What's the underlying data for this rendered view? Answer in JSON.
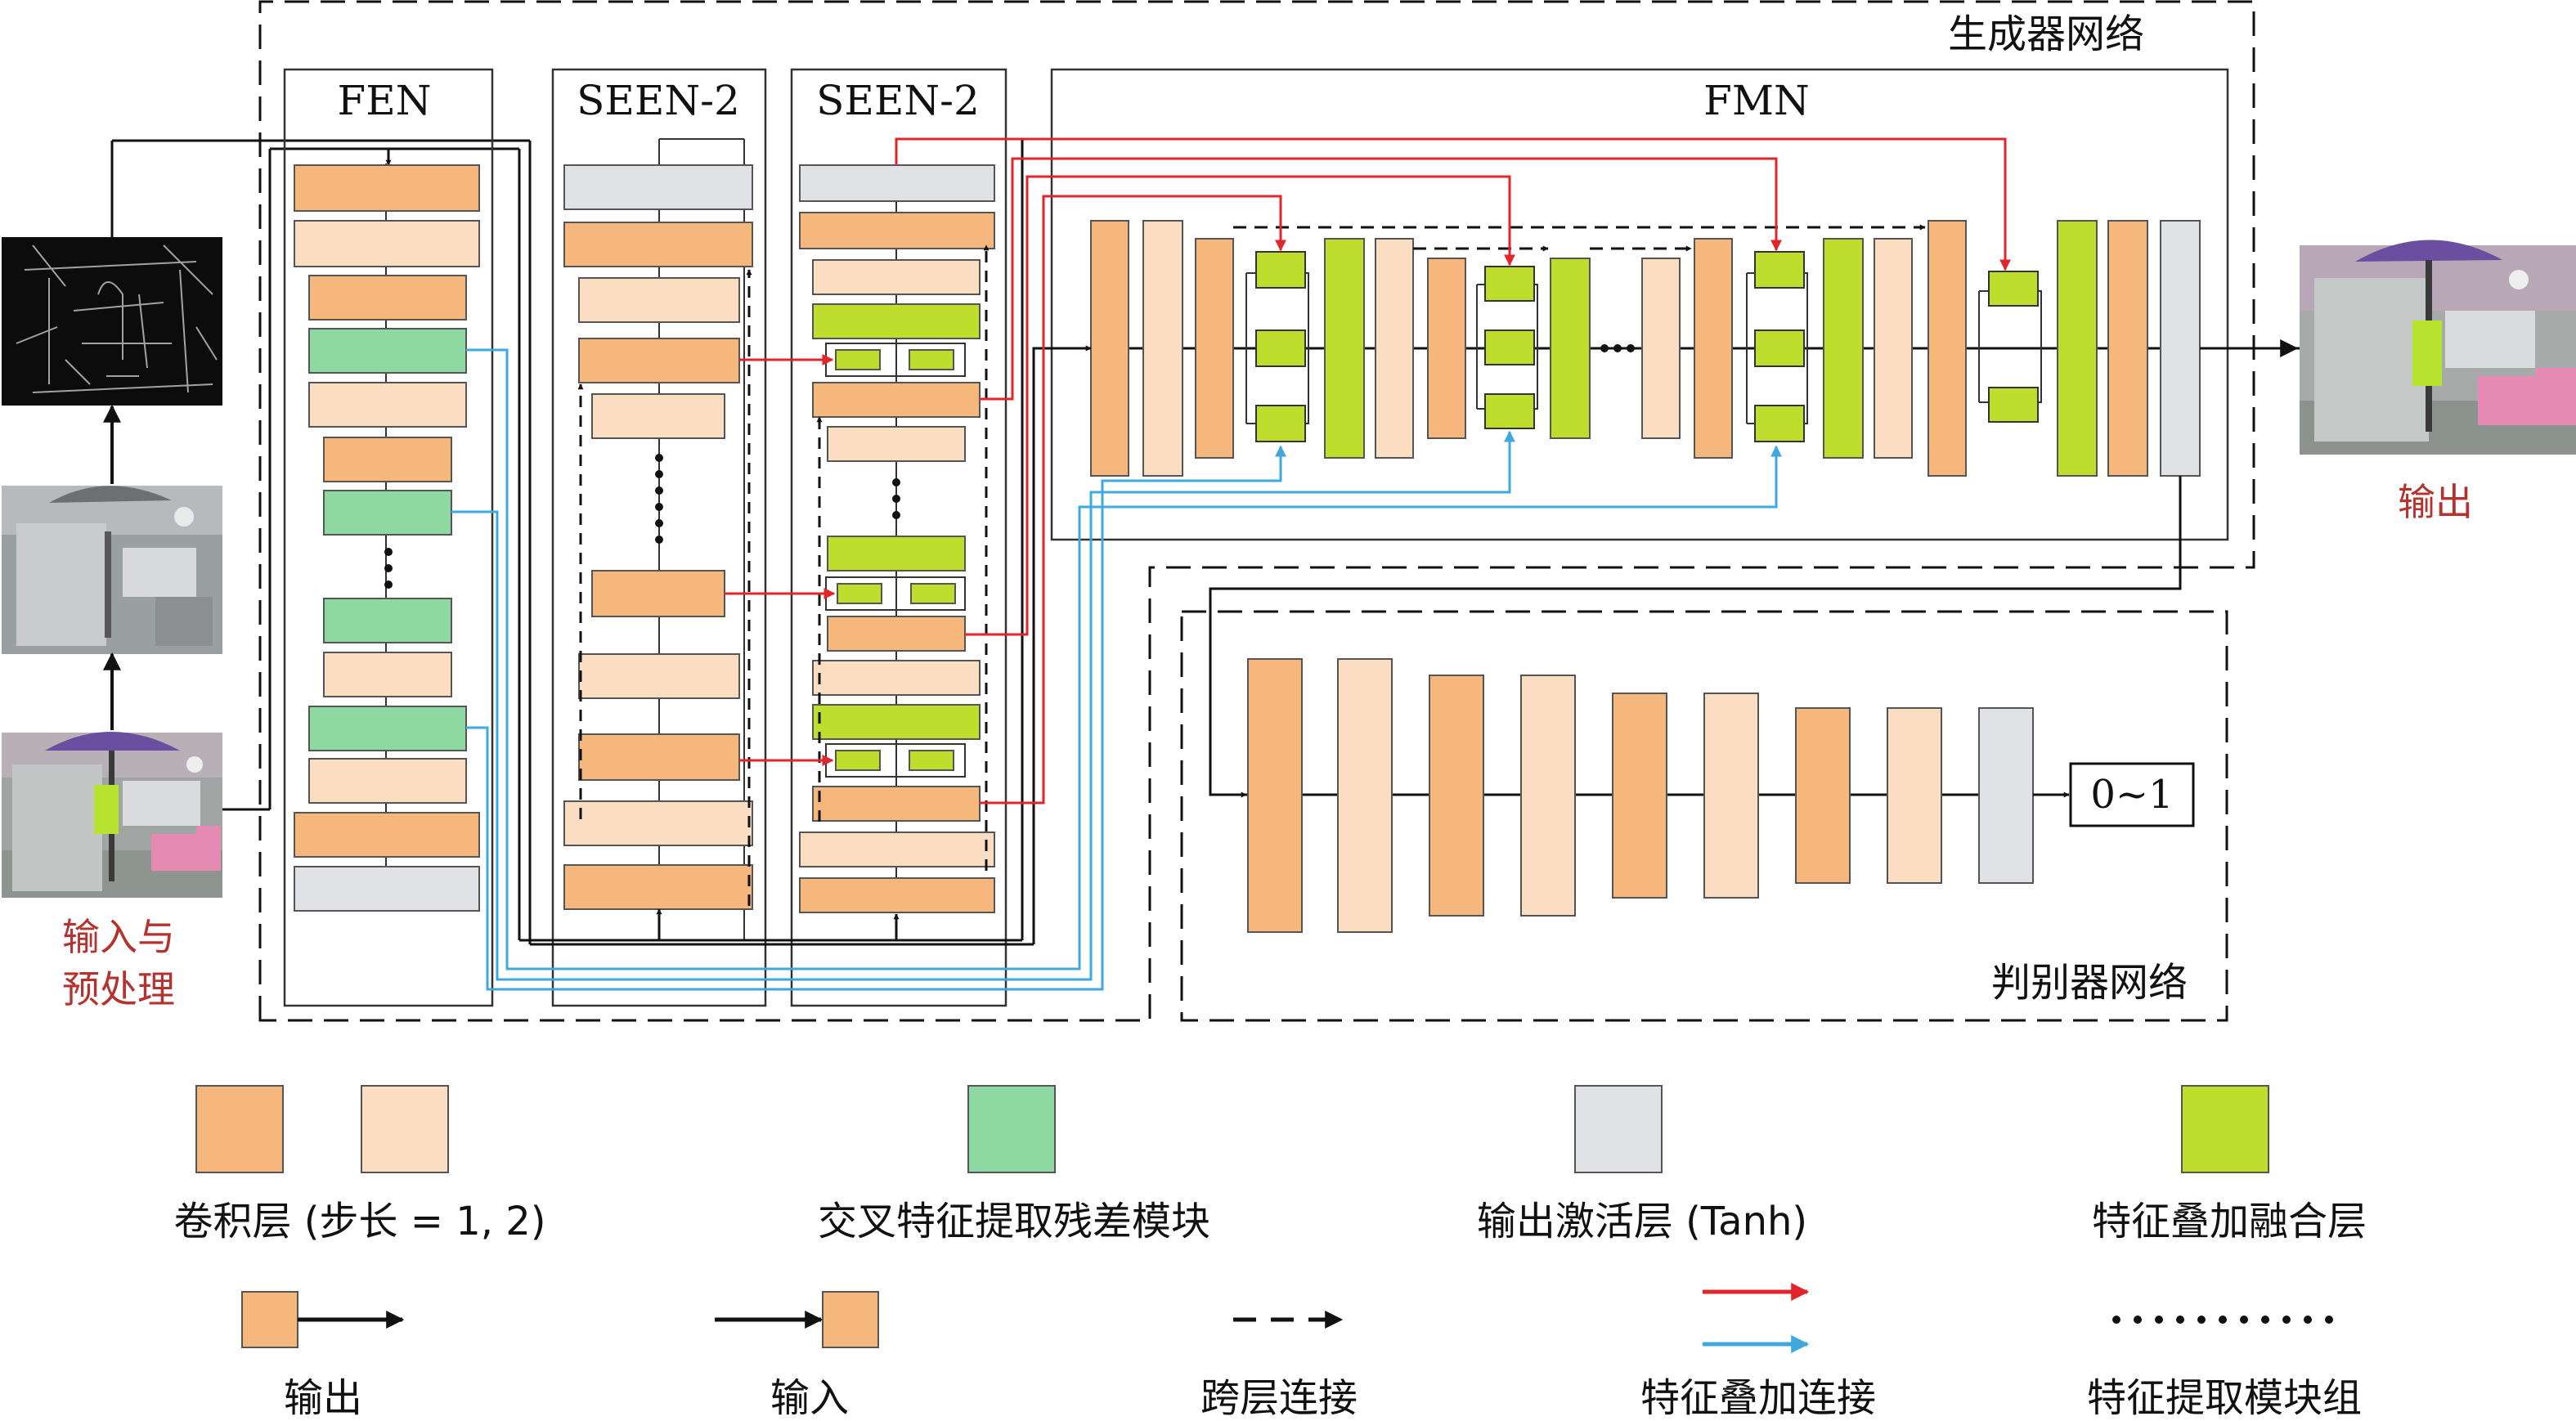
{
  "colors": {
    "conv": "#f5b77b",
    "conv_stride": "#fbdec2",
    "resblock": "#8ed8a2",
    "output_act": "#e1e2e6",
    "fusion": "#bedd2d",
    "red_link": "#e0262b",
    "blue_link": "#3fa8dd",
    "label_red": "#b5322e"
  },
  "generator": {
    "title": "生成器网络",
    "modules": {
      "fen": "FEN",
      "seen_a": "SEEN-2",
      "seen_b": "SEEN-2",
      "fmn": "FMN"
    },
    "ellipsis": "···"
  },
  "discriminator": {
    "title": "判别器网络",
    "output_range": "0~1"
  },
  "io": {
    "input_label_line1": "输入与",
    "input_label_line2": "预处理",
    "output_label": "输出"
  },
  "legend": {
    "conv": "卷积层 (步长 = 1, 2)",
    "cross_residual": "交叉特征提取残差模块",
    "output_activation": "输出激活层 (Tanh)",
    "fusion_layer": "特征叠加融合层",
    "output": "输出",
    "input": "输入",
    "skip": "跨层连接",
    "feature_link": "特征叠加连接",
    "feature_group": "特征提取模块组"
  }
}
